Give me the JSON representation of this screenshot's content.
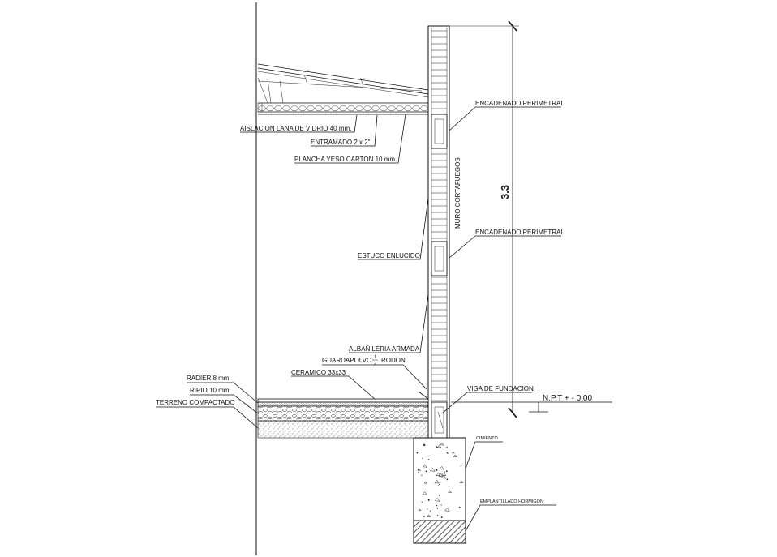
{
  "labels": {
    "aislacion": "AISLACION LANA DE VIDRIO 40 mm.",
    "entramado": "ENTRAMADO 2 x 2\"",
    "plancha": "PLANCHA YESO CARTON 10 mm.",
    "encadenado_1": "ENCADENADO PERIMETRAL",
    "encadenado_2": "ENCADENADO PERIMETRAL",
    "muro": "MURO CORTAFUEGOS",
    "estuco": "ESTUCO ENLUCIDO",
    "albanileria": "ALBAÑILERIA ARMADA",
    "guardapolvo": "GUARDAPOLVO",
    "guardapolvo_num": "1",
    "guardapolvo_den": "2",
    "rodon": "RODON",
    "ceramico": "CERAMICO 33x33",
    "radier": "RADIER 8 mm.",
    "ripio": "RIPIO 10 mm.",
    "terreno": "TERRENO COMPACTADO",
    "viga": "VIGA DE FUNDACION",
    "npt": "N.P.T + - 0.00",
    "cimiento": "CIMIENTO",
    "emplantillado": "EMPLANTILLADO HORMIGON",
    "altura": "3.3"
  },
  "colors": {
    "line": "#111111",
    "background": "#ffffff"
  }
}
